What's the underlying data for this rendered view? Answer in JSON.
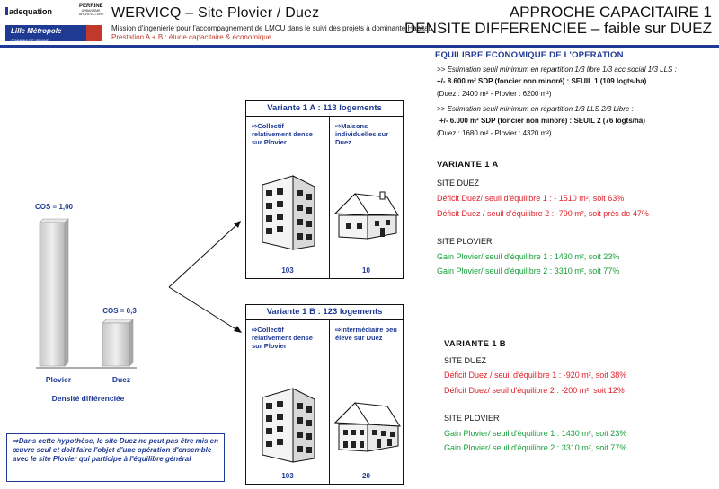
{
  "logos": {
    "adequation": "adequation",
    "perrine": "PERRINE",
    "perrine_sub1": "URBANISME",
    "perrine_sub2": "ARCHITECTURE",
    "lille": "Lille Métropole",
    "lille_sub": "COMMUNAUTÉ URBAINE"
  },
  "header": {
    "title": "WERVICQ  –  Site Plovier / Duez",
    "subtitle": "Mission d'ingénierie pour l'accompagnement de LMCU dans le suivi des projets à dominante Habitat",
    "prestation": "Prestation A + B : étude capacitaire & économique",
    "right_line1": "APPROCHE CAPACITAIRE 1",
    "right_line2": "DENSITE DIFFERENCIEE – faible sur DUEZ"
  },
  "equilibre": {
    "title": "EQUILIBRE ECONOMIQUE DE L'OPERATION",
    "line1": ">> Estimation seuil minimum en répartition 1/3 libre 1/3 acc social 1/3 LLS :",
    "line2": "+/- 8.600 m² SDP (foncier non minoré) : SEUIL 1 (109 logts/ha)",
    "line3": "(Duez : 2400 m² - Plovier : 6200 m²)",
    "line4": ">> Estimation seuil minimum en répartition 1/3 LLS 2/3 Libre :",
    "line5": "+/-  6.000 m² SDP (foncier non minoré) : SEUIL 2 (76 logts/ha)",
    "line6": "(Duez : 1680 m² - Plovier : 4320 m²)"
  },
  "variante1a": {
    "title": "VARIANTE 1 A",
    "site_duez": "SITE DUEZ",
    "duez1": "Déficit  Duez/ seuil d'équilibre 1 : - 1510 m², soit 63%",
    "duez2": "Déficit Duez / seuil d'équilibre  2 : -790 m², soit près de 47%",
    "site_plovier": "SITE PLOVIER",
    "plovier1": "Gain Plovier/ seuil d'équilibre  1 : 1430 m², soit 23%",
    "plovier2": "Gain Plovier/ seuil d'équilibre  2 : 3310 m², soit 77%"
  },
  "variante1b": {
    "title": "VARIANTE 1 B",
    "site_duez": "SITE DUEZ",
    "duez1": "Déficit Duez / seuil d'équilibre 1 :  -920 m², soit 38%",
    "duez2": "Déficit Duez/ seuil d'équilibre  2 : -200 m², soit 12%",
    "site_plovier": "SITE PLOVIER",
    "plovier1": "Gain Plovier/ seuil d'équilibre  1 : 1430 m², soit 23%",
    "plovier2": "Gain Plovier/ seuil d'équilibre  2 : 3310 m², soit 77%"
  },
  "density": {
    "cos_plovier": "COS = 1,00",
    "cos_duez": "COS = 0,3",
    "plovier_label": "Plovier",
    "duez_label": "Duez",
    "caption": "Densité différenciée",
    "cos_plovier_value": 1.0,
    "cos_duez_value": 0.3
  },
  "box1a": {
    "header": "Variante 1 A  : 113 logements",
    "left_text": "Collectif relativement dense sur Plovier",
    "right_text": "Maisons individuelles sur Duez",
    "left_num": "103",
    "right_num": "10"
  },
  "box1b": {
    "header": "Variante 1 B  : 123 logements",
    "left_text": "Collectif relativement dense sur Plovier",
    "right_text": "intermédiaire peu élevé sur Duez",
    "left_num": "103",
    "right_num": "20"
  },
  "note": {
    "text": "Dans cette hypothèse, le site Duez ne peut pas être mis en œuvre seul et doit faire l'objet d'une opération d'ensemble avec le site Plovier qui participe à l'équilibre général"
  },
  "colors": {
    "accent": "#1f3a93",
    "deficit": "#e0202a",
    "gain": "#19a03a"
  }
}
